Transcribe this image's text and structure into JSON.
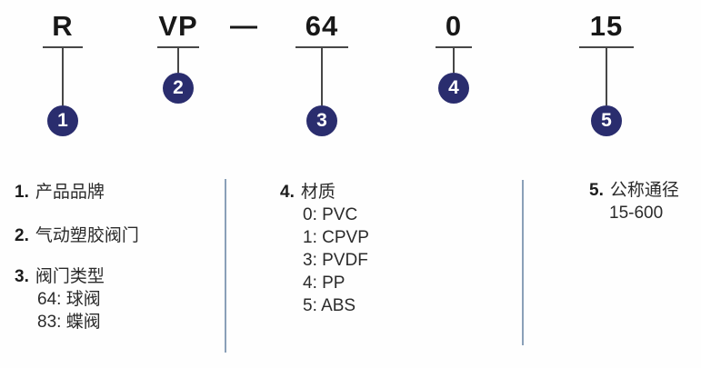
{
  "colors": {
    "badge": "#2a2d6e",
    "connector_line": "#474747",
    "divider": "#8aa0b8",
    "code_text": "#181818"
  },
  "model_code": {
    "separator": "—",
    "parts": [
      {
        "code": "R",
        "badge": "1"
      },
      {
        "code": "VP",
        "badge": "2"
      },
      {
        "code": "64",
        "badge": "3"
      },
      {
        "code": "0",
        "badge": "4"
      },
      {
        "code": "15",
        "badge": "5"
      }
    ]
  },
  "legend": {
    "sections": [
      {
        "entries": [
          {
            "num": "1.",
            "label": "产品品牌",
            "subs": []
          },
          {
            "num": "2.",
            "label": "气动塑胶阀门",
            "subs": []
          },
          {
            "num": "3.",
            "label": "阀门类型",
            "subs": [
              "64: 球阀",
              "83: 蝶阀"
            ]
          }
        ]
      },
      {
        "entries": [
          {
            "num": "4.",
            "label": "材质",
            "subs": [
              "0: PVC",
              "1: CPVP",
              "3: PVDF",
              "4: PP",
              "5: ABS"
            ]
          }
        ]
      },
      {
        "entries": [
          {
            "num": "5.",
            "label": "公称通径",
            "subs": [
              "15-600"
            ]
          }
        ]
      }
    ]
  }
}
